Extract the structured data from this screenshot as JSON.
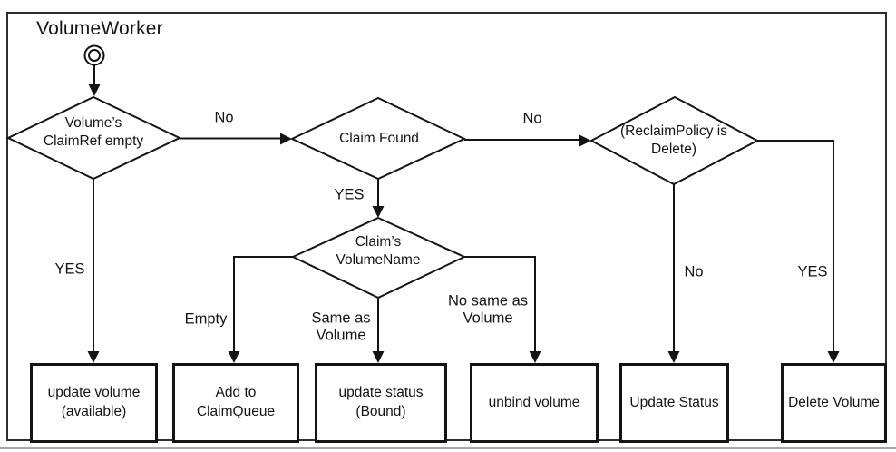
{
  "title": "VolumeWorker",
  "colors": {
    "line": "#141414",
    "frame": "#2e2e2e",
    "node_fill": "#ffffff",
    "background": "#ffffff"
  },
  "start": {
    "icon": "start-circle-icon"
  },
  "decisions": [
    {
      "id": "volume-claimref-empty",
      "label": "Volume’s\nClaimRef empty"
    },
    {
      "id": "claim-found",
      "label": "Claim Found"
    },
    {
      "id": "reclaimpolicy-delete",
      "label": "(ReclaimPolicy is\nDelete)"
    },
    {
      "id": "claims-volumename",
      "label": "Claim’s\nVolumeName"
    }
  ],
  "actions": [
    {
      "id": "update-volume-available",
      "label": "update volume\n(available)"
    },
    {
      "id": "add-to-claimqueue",
      "label": "Add to\nClaimQueue"
    },
    {
      "id": "update-status-bound",
      "label": "update status\n(Bound)"
    },
    {
      "id": "unbind-volume",
      "label": "unbind volume"
    },
    {
      "id": "update-status",
      "label": "Update Status"
    },
    {
      "id": "delete-volume",
      "label": "Delete Volume"
    }
  ],
  "edge_labels": [
    {
      "id": "claimref-no",
      "text": "No"
    },
    {
      "id": "claimfound-no",
      "text": "No"
    },
    {
      "id": "claimref-yes",
      "text": "YES"
    },
    {
      "id": "claimfound-yes",
      "text": "YES"
    },
    {
      "id": "volumename-empty",
      "text": "Empty"
    },
    {
      "id": "volumename-same",
      "text": "Same as\nVolume"
    },
    {
      "id": "volumename-not-same",
      "text": "No same as\nVolume"
    },
    {
      "id": "reclaim-no",
      "text": "No"
    },
    {
      "id": "reclaim-yes",
      "text": "YES"
    }
  ]
}
